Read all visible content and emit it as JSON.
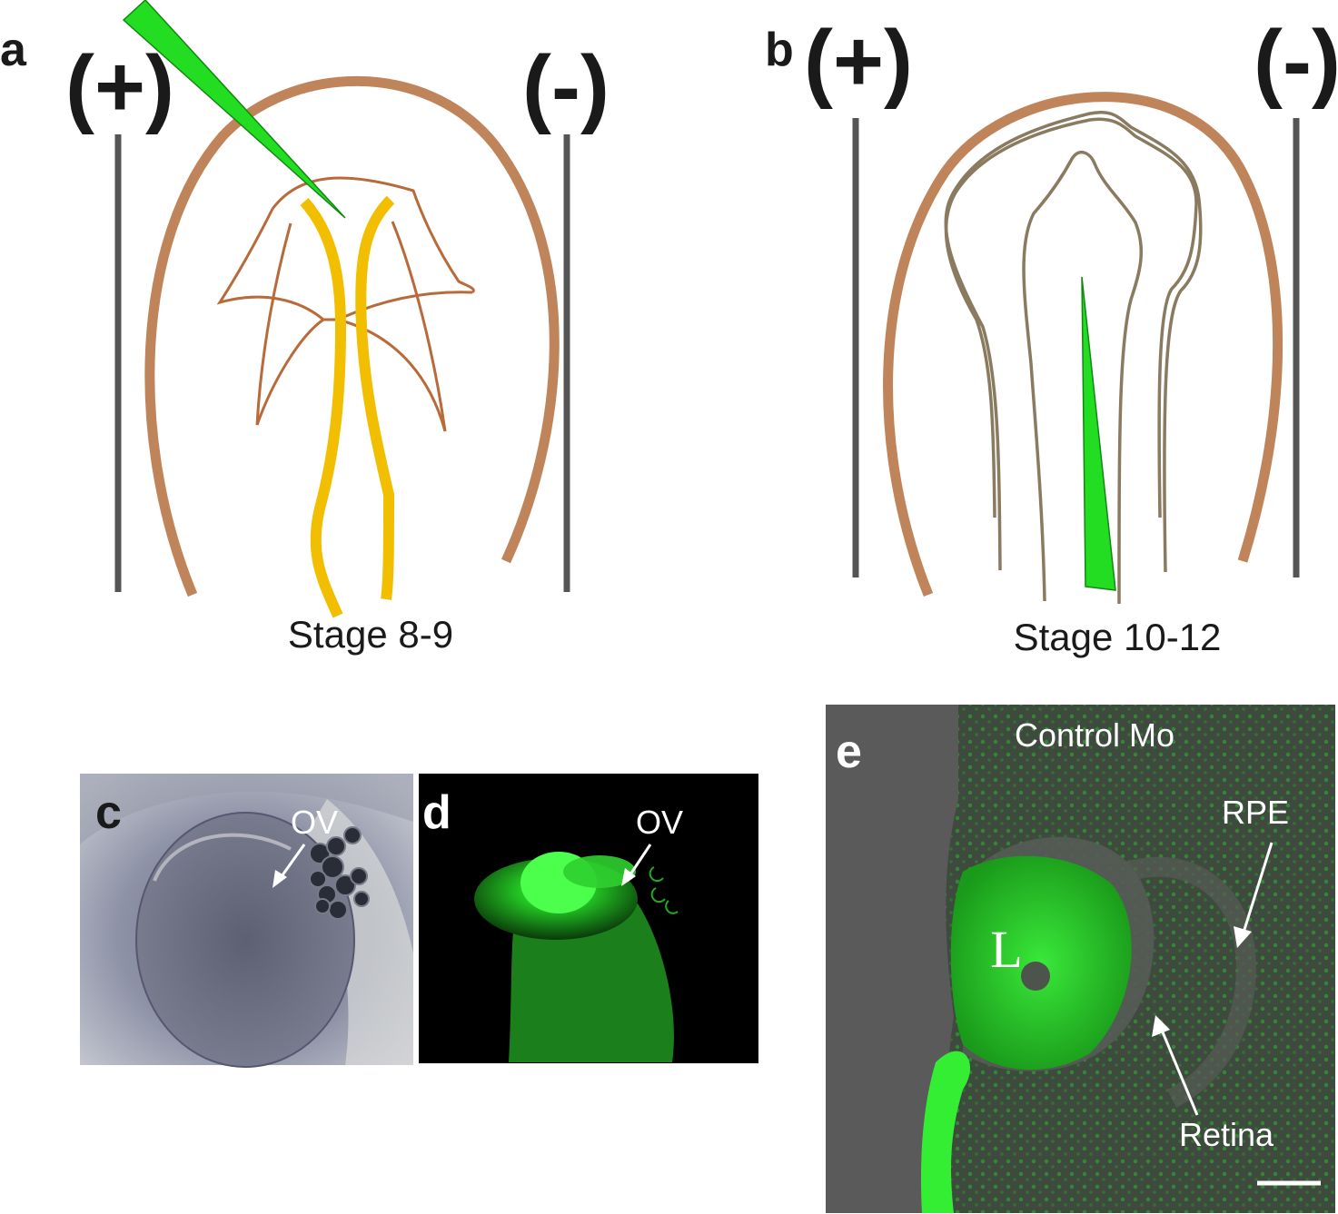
{
  "panel_a": {
    "letter": "a",
    "plus_label": "(+)",
    "minus_label": "(-)",
    "stage_label": "Stage 8-9"
  },
  "panel_b": {
    "letter": "b",
    "plus_label": "(+)",
    "minus_label": "(-)",
    "stage_label": "Stage 10-12"
  },
  "panel_c": {
    "letter": "c",
    "ov_label": "OV"
  },
  "panel_d": {
    "letter": "d",
    "ov_label": "OV"
  },
  "panel_e": {
    "letter": "e",
    "title": "Control Mo",
    "rpe_label": "RPE",
    "retina_label": "Retina",
    "lens_label": "L"
  },
  "colors": {
    "embryo_outline": "#c0845a",
    "neural_fold": "#b86a3a",
    "neural_plate": "#f2be00",
    "needle": "#22dd22",
    "electrode": "#555555",
    "stage_b_outline": "#8a7a60",
    "fluorescence": "#33ee33"
  }
}
